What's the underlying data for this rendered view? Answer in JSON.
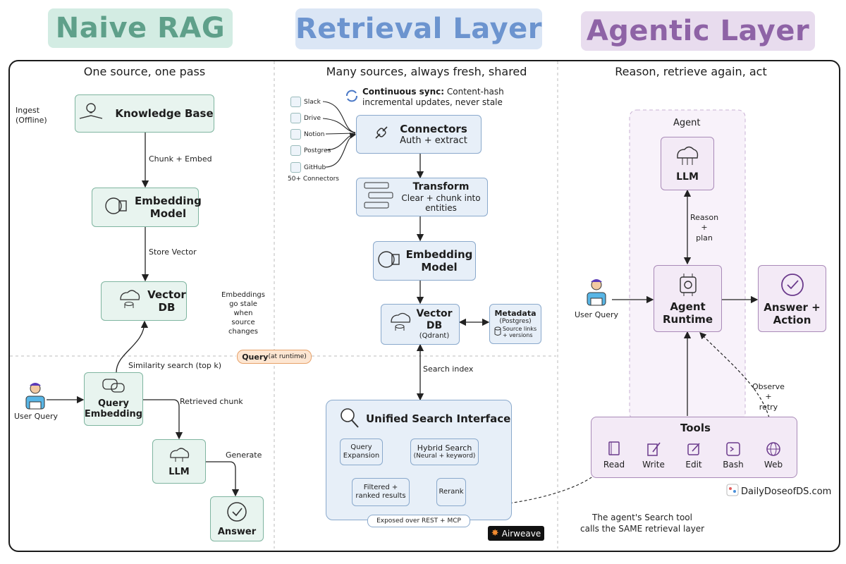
{
  "headers": {
    "naive": "Naive RAG",
    "retrieval": "Retrieval Layer",
    "agentic": "Agentic Layer"
  },
  "subtitles": {
    "naive": "One source, one pass",
    "retrieval": "Many sources, always fresh, shared",
    "agentic": "Reason, retrieve again, act"
  },
  "naive": {
    "ingest": "Ingest\n(Offline)",
    "kb": "Knowledge Base",
    "chunk_embed": "Chunk + Embed",
    "embed_model": "Embedding\nModel",
    "store_vector": "Store Vector",
    "vector_db": "Vector\nDB",
    "stale_note": "Embeddings\ngo stale\nwhen\nsource\nchanges",
    "similarity": "Similarity search (top k)",
    "user_query": "User Query",
    "query_embedding": "Query\nEmbedding",
    "retrieved_chunk": "Retrieved chunk",
    "llm": "LLM",
    "generate": "Generate",
    "answer": "Answer"
  },
  "query_badge": {
    "main": "Query",
    "sub": "(at runtime)"
  },
  "retrieval": {
    "sync_title": "Continuous sync:",
    "sync_text": "Content-hash\nincremental updates, never stale",
    "sources": [
      "Slack",
      "Drive",
      "Notion",
      "Postgres",
      "GitHub"
    ],
    "connectors_count": "50+ Connectors",
    "connectors": "Connectors",
    "connectors_sub": "Auth + extract",
    "transform": "Transform",
    "transform_sub": "Clear + chunk into\nentities",
    "embed_model": "Embedding\nModel",
    "vector_db": "Vector\nDB",
    "vector_db_sub": "(Qdrant)",
    "metadata": "Metadata",
    "metadata_sub": "(Postgres)",
    "metadata_items": "Source links\n+ versions",
    "search_index": "Search index",
    "usi": "Unified Search Interface",
    "query_expansion": "Query\nExpansion",
    "hybrid": "Hybrid Search",
    "hybrid_sub": "(Neural + keyword)",
    "filtered": "Filtered +\nranked results",
    "rerank": "Rerank",
    "exposed": "Exposed over REST + MCP",
    "brand": "Airweave"
  },
  "agentic": {
    "agent": "Agent",
    "llm": "LLM",
    "reason_plan": "Reason\n+\nplan",
    "user_query": "User Query",
    "runtime": "Agent\nRuntime",
    "answer": "Answer +\nAction",
    "observe": "Observe\n+\nretry",
    "tools": "Tools",
    "tool_items": [
      "Read",
      "Write",
      "Edit",
      "Bash",
      "Web"
    ],
    "footer_note": "The agent's Search tool\ncalls the SAME retrieval layer",
    "credit": "DailyDoseofDS.com"
  },
  "colors": {
    "green_hdr": "#d3ece3",
    "green_text": "#5fa08a",
    "blue_hdr": "#dbe6f5",
    "blue_text": "#6c94cf",
    "purple_hdr": "#e8dcee",
    "purple_text": "#8e63a6"
  }
}
